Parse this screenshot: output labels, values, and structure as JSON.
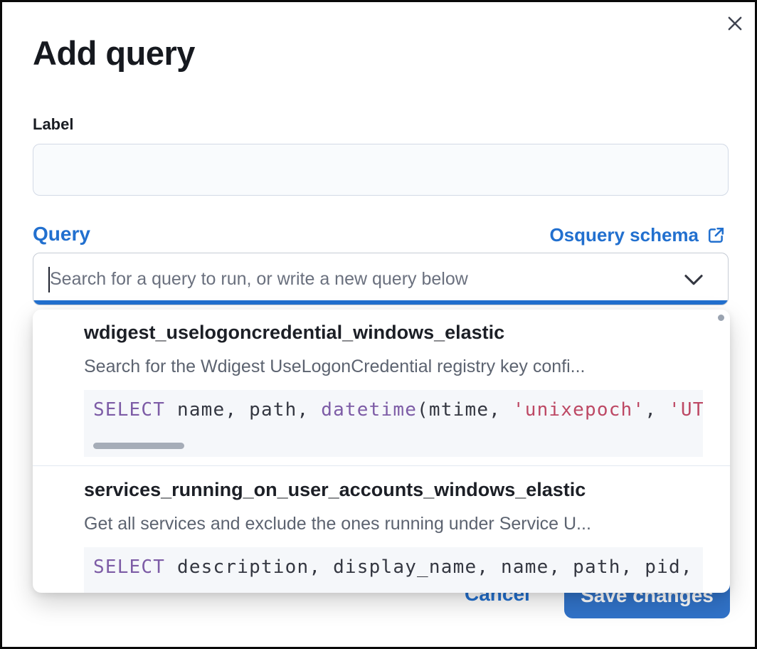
{
  "modal": {
    "title": "Add query"
  },
  "form": {
    "label": "Label",
    "label_value": "",
    "query_label": "Query",
    "schema_link_text": "Osquery schema",
    "search_placeholder": "Search for a query to run, or write a new query below"
  },
  "dropdown": {
    "options": [
      {
        "title": "wdigest_uselogoncredential_windows_elastic",
        "description": "Search for the Wdigest UseLogonCredential registry key confi...",
        "code": [
          {
            "type": "keyword",
            "v": "SELECT"
          },
          {
            "type": "plain",
            "v": " name, path, "
          },
          {
            "type": "keyword",
            "v": "datetime"
          },
          {
            "type": "plain",
            "v": "(mtime, "
          },
          {
            "type": "string",
            "v": "'unixepoch'"
          },
          {
            "type": "plain",
            "v": ", "
          },
          {
            "type": "string",
            "v": "'UTC'"
          }
        ]
      },
      {
        "title": "services_running_on_user_accounts_windows_elastic",
        "description": "Get all services and exclude the ones running under Service U...",
        "code": [
          {
            "type": "keyword",
            "v": "SELECT"
          },
          {
            "type": "plain",
            "v": " description, display_name, name, path, pid,"
          }
        ]
      }
    ]
  },
  "footer": {
    "cancel_label": "Cancel",
    "save_label": "Save changes"
  },
  "colors": {
    "link_blue": "#2270cf",
    "button_blue": "#3173c9",
    "focus_bar_blue": "#2270cf",
    "code_keyword_purple": "#7d5ca6",
    "code_string_rose": "#bd4864",
    "code_plain": "#343741",
    "code_background": "#f5f7fa",
    "input_background": "#f9fbfd",
    "divider": "#e2e8f1"
  }
}
